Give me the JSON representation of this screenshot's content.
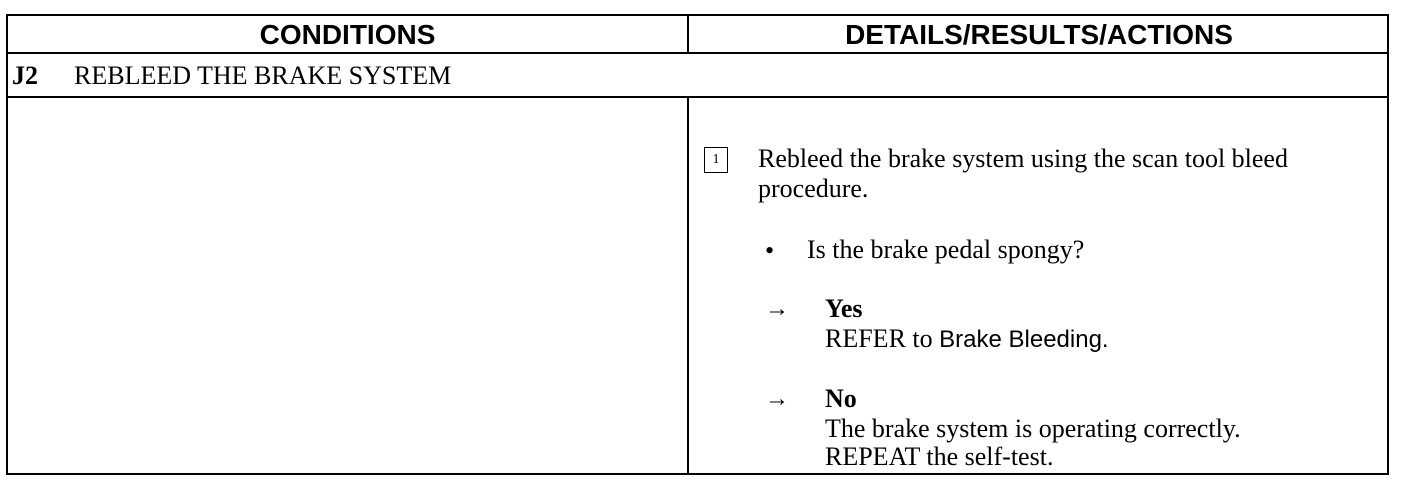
{
  "header": {
    "conditions": "CONDITIONS",
    "details": "DETAILS/RESULTS/ACTIONS"
  },
  "step": {
    "id": "J2",
    "title": "REBLEED THE BRAKE SYSTEM"
  },
  "substep": {
    "number": "1",
    "instruction": "Rebleed the brake system using the scan tool bleed procedure.",
    "bullet": "•",
    "question": "Is the brake pedal spongy?"
  },
  "answers": {
    "arrow": "→",
    "yes_label": "Yes",
    "yes_prefix": "REFER to ",
    "yes_link": "Brake Bleeding.",
    "no_label": "No",
    "no_line1": "The brake system is operating correctly.",
    "no_line2": "REPEAT the self-test."
  }
}
